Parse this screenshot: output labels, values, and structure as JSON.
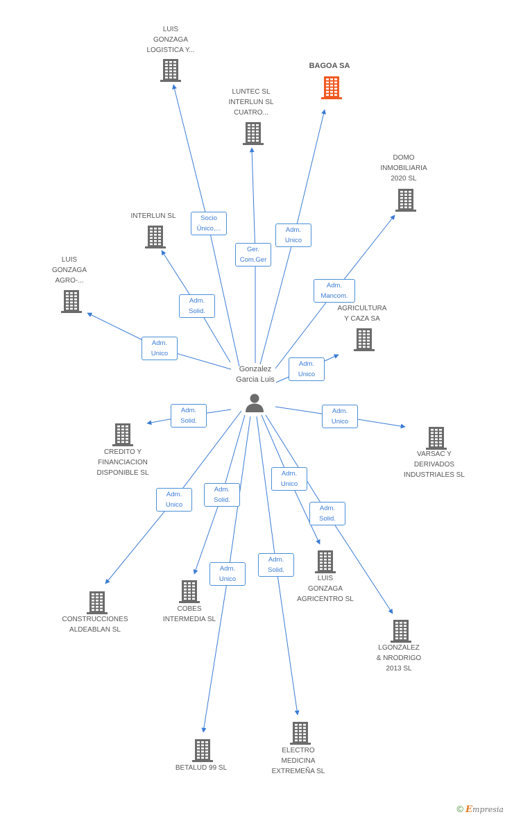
{
  "center": {
    "name": "Gonzalez\nGarcia Luis",
    "icon": "person-icon"
  },
  "colors": {
    "edge": "#3a7bd5",
    "building": "#6b6b6b",
    "highlight": "#f05a23"
  },
  "nodes": [
    {
      "id": "luis-logistica",
      "label": "LUIS\nGONZAGA\nLOGISTICA Y...",
      "role": "Socio\nÚnico,..."
    },
    {
      "id": "bagoa",
      "label": "BAGOA SA",
      "role": "Adm.\nUnico",
      "highlight": true
    },
    {
      "id": "luntec",
      "label": "LUNTEC SL\nINTERLUN SL\nCUATRO...",
      "role": "Ger.\nCom.Ger"
    },
    {
      "id": "domo",
      "label": "DOMO\nINMOBILIARIA\n2020 SL",
      "role": "Adm.\nMancom."
    },
    {
      "id": "interlun",
      "label": "INTERLUN SL",
      "role": "Adm.\nSolid."
    },
    {
      "id": "luis-agro",
      "label": "LUIS\nGONZAGA\nAGRO-...",
      "role": "Adm.\nUnico"
    },
    {
      "id": "agricultura",
      "label": "AGRICULTURA\nY CAZA SA",
      "role": "Adm.\nUnico"
    },
    {
      "id": "credito",
      "label": "CREDITO Y\nFINANCIACION\nDISPONIBLE SL",
      "role": "Adm.\nSolid."
    },
    {
      "id": "varsac",
      "label": "VARSAC Y\nDERIVADOS\nINDUSTRIALES SL",
      "role": "Adm.\nUnico"
    },
    {
      "id": "construcciones",
      "label": "CONSTRUCCIONES\nALDEABLAN SL",
      "role": "Adm.\nUnico"
    },
    {
      "id": "cobes",
      "label": "COBES\nINTERMEDIA SL",
      "role": "Adm.\nSolid."
    },
    {
      "id": "luis-agricentro",
      "label": "LUIS\nGONZAGA\nAGRICENTRO SL",
      "role": "Adm.\nUnico"
    },
    {
      "id": "lgonzalez",
      "label": "LGONZALEZ\n& NRODRIGO\n2013 SL",
      "role": "Adm.\nSolid."
    },
    {
      "id": "betalud",
      "label": "BETALUD 99 SL",
      "role": "Adm.\nUnico"
    },
    {
      "id": "electro",
      "label": "ELECTRO\nMEDICINA\nEXTREMEÑA SL",
      "role": "Adm.\nSolid."
    }
  ],
  "footer": {
    "symbol": "©",
    "brand_initial": "E",
    "brand_rest": "mpresia"
  }
}
